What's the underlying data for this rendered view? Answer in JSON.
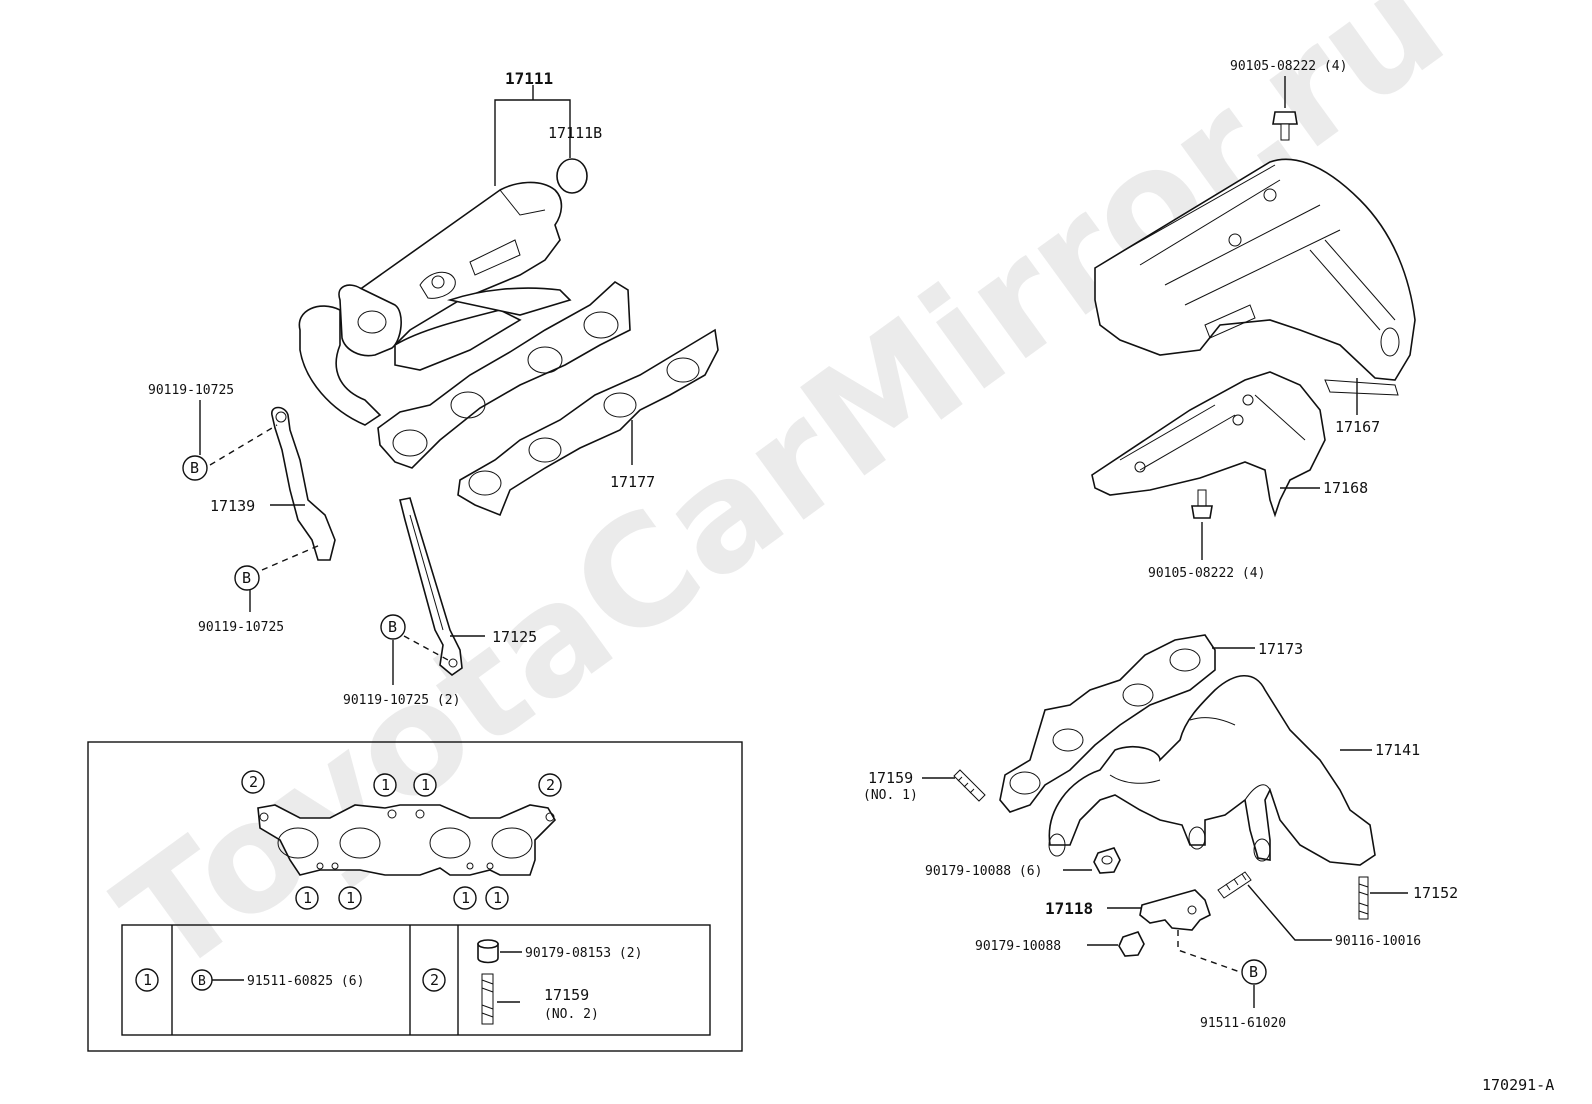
{
  "watermark": "ToyotaCarMirror.ru",
  "diagram_id": "170291-A",
  "labels": {
    "p17111": "17111",
    "p17111B": "17111B",
    "p17177": "17177",
    "p17139": "17139",
    "p17125": "17125",
    "b_90119_top": "90119-10725",
    "b_90119_mid": "90119-10725",
    "b_90119_bot": "90119-10725 (2)",
    "p90105_top": "90105-08222 (4)",
    "p90105_bot": "90105-08222 (4)",
    "p17167": "17167",
    "p17168": "17168",
    "p17173": "17173",
    "p17141": "17141",
    "p17159": "17159",
    "p17159_no": "(NO. 1)",
    "p90179_6": "90179-10088 (6)",
    "p17118": "17118",
    "p90179": "90179-10088",
    "p90116": "90116-10016",
    "p17152": "17152",
    "p91511_61020": "91511-61020"
  },
  "markers": {
    "B": "B",
    "one": "1",
    "two": "2"
  },
  "legend": {
    "row1_part": "91511-60825 (6)",
    "row2_part_a": "90179-08153 (2)",
    "row2_part_b": "17159",
    "row2_part_b_no": "(NO. 2)"
  }
}
